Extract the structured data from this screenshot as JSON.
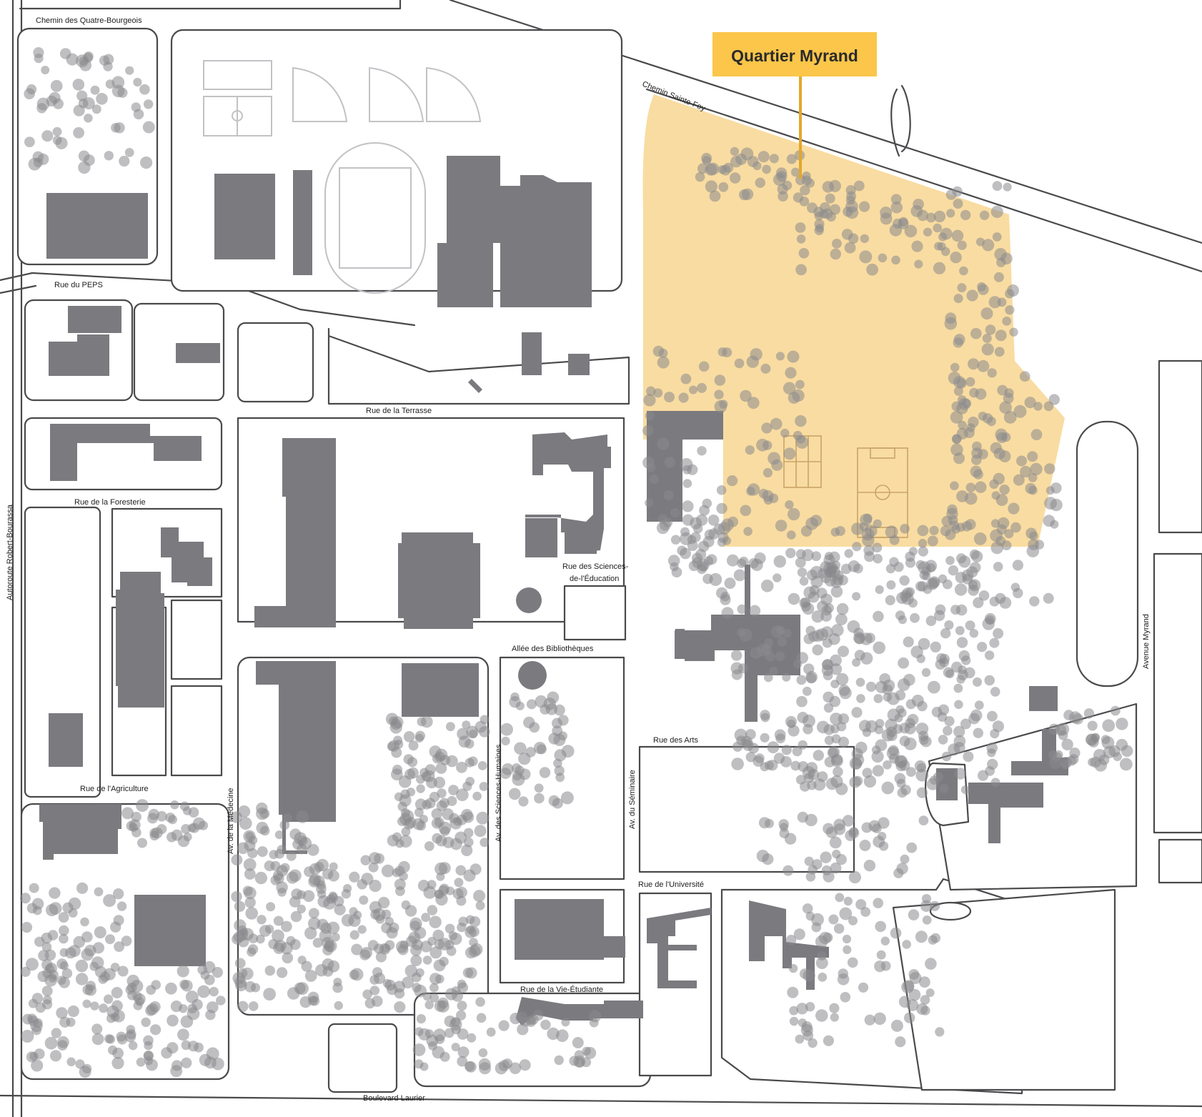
{
  "map": {
    "highlight": {
      "label": "Quartier Myrand",
      "fill_color": "#f7d38a",
      "callout_color": "#fbc64a",
      "line_color": "#e3a72d"
    },
    "colors": {
      "building": "#7a7a7f",
      "road_outline": "#4a4a4d",
      "tree": "#8a8a8e",
      "background": "#ffffff"
    },
    "streets": {
      "quatre_bourgeois": "Chemin des Quatre-Bourgeois",
      "sainte_foy": "Chemin Sainte-Foy",
      "peps": "Rue du PEPS",
      "terrasse": "Rue de la Terrasse",
      "foresterie": "Rue de la Foresterie",
      "robert_bourassa": "Autoroute Robert-Bourassa",
      "sciences_education_1": "Rue des Sciences-",
      "sciences_education_2": "de-l'Éducation",
      "bibliotheques": "Allée des Bibliothèques",
      "arts": "Rue des Arts",
      "sciences_humaines": "Av. des Sciences-Humaines",
      "seminaire": "Av. du Séminaire",
      "agriculture": "Rue de l'Agriculture",
      "medecine": "Av. de la Médecine",
      "universite": "Rue de l'Université",
      "vie_etudiante": "Rue de la Vie-Étudiante",
      "laurier": "Boulevard Laurier",
      "myrand": "Avenue Myrand"
    }
  }
}
